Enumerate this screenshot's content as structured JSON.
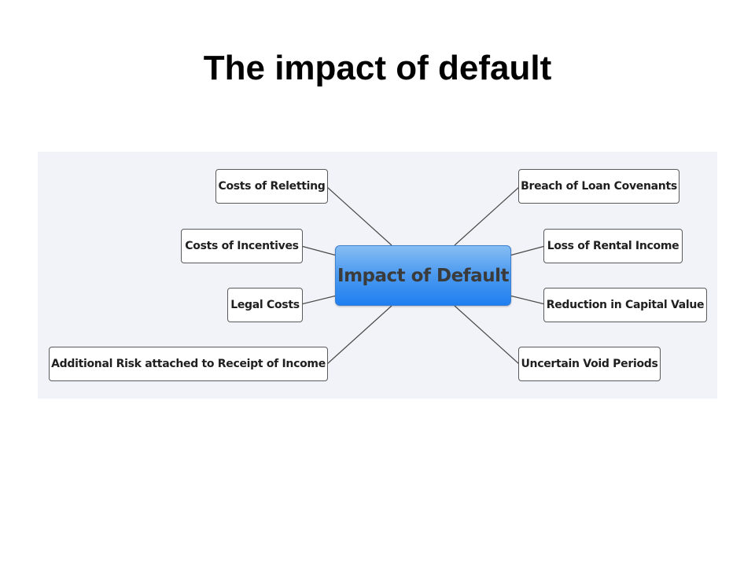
{
  "slide": {
    "title": "The impact of default"
  },
  "mind_map": {
    "central": "Impact of Default",
    "left_branches": [
      "Costs of Reletting",
      "Costs of Incentives",
      "Legal Costs",
      "Additional Risk attached to Receipt of Income"
    ],
    "right_branches": [
      "Breach of Loan Covenants",
      "Loss of Rental Income",
      "Reduction in Capital Value",
      "Uncertain Void Periods"
    ]
  }
}
